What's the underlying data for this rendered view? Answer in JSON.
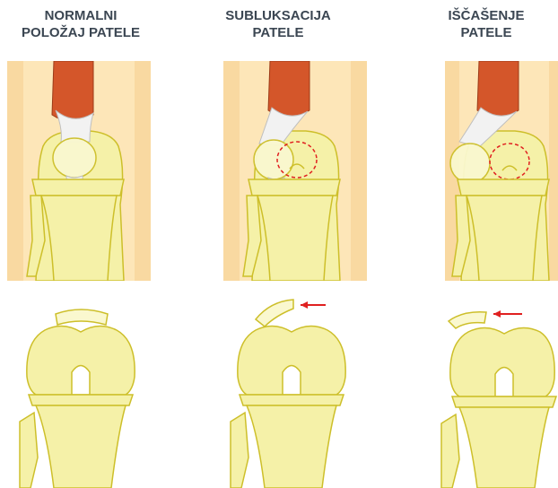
{
  "titles": [
    {
      "line1": "NORMALNI",
      "line2": "POLOŽAJ PATELE"
    },
    {
      "line1": "SUBLUKSACIJA",
      "line2": "PATELE"
    },
    {
      "line1": "IŠČAŠENJE",
      "line2": "PATELE"
    }
  ],
  "colors": {
    "skin": "#f9d9a1",
    "bone_fill": "#f5f1a8",
    "bone_fill_light": "#faf8cf",
    "bone_stroke": "#cdbf2a",
    "muscle": "#d4562a",
    "tendon": "#f2f2f2",
    "marker_red": "#e02020",
    "title_text": "#3b4652"
  },
  "icons": [
    "red-arrow-icon",
    "dashed-circle-icon"
  ]
}
